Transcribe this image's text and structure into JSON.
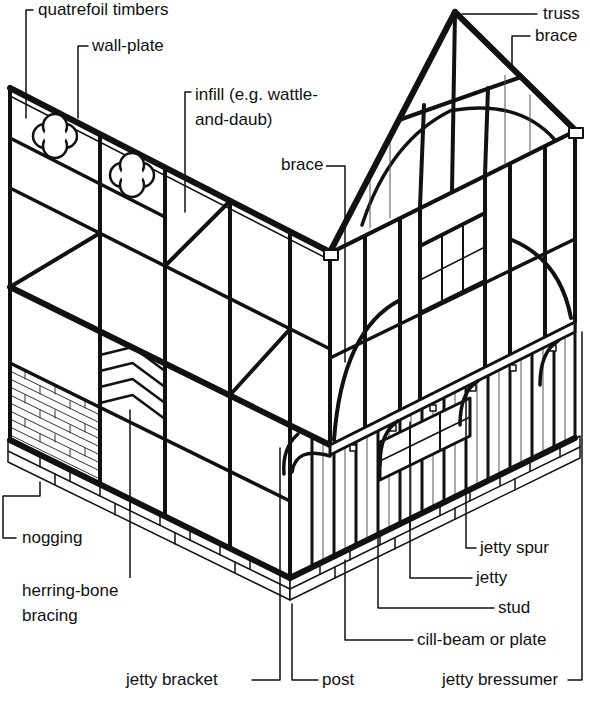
{
  "diagram": {
    "labels": [
      "quatrefoil timbers",
      "truss",
      "wall-plate",
      "brace",
      "infill (e.g. wattle-and-daub)",
      "brace",
      "nogging",
      "herring-bone bracing",
      "jetty spur",
      "jetty",
      "stud",
      "cill-beam or plate",
      "jetty bracket",
      "post",
      "jetty bressumer"
    ]
  }
}
